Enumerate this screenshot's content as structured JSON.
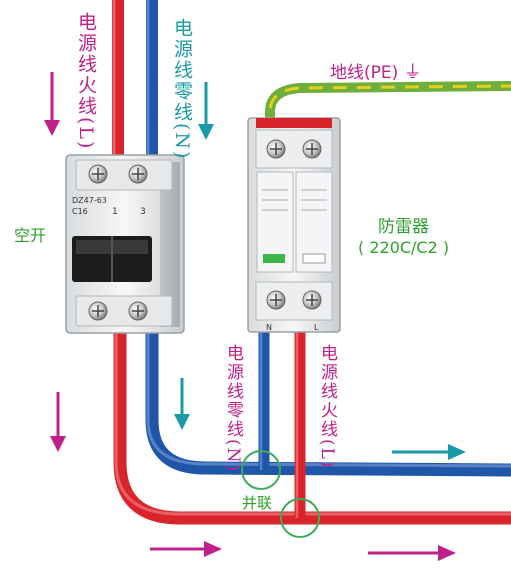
{
  "labels": {
    "top_live": "电源线火线(L)",
    "top_neutral": "电源线零线(N)",
    "ground": "地线(PE)",
    "ground_symbol": "⏚",
    "breaker": "空开",
    "spd_name": "防雷器",
    "spd_model": "( 220C/C2 )",
    "mid_neutral": "电源线零线(N)",
    "mid_live": "电源线火线(L)",
    "parallel": "并联"
  },
  "breaker_face": {
    "model": "DZ47-63",
    "rating": "C16",
    "pole_left": "1",
    "pole_right": "3"
  },
  "spd_face": {
    "term_left": "N",
    "term_right": "L"
  },
  "colors": {
    "live": "#d8242a",
    "neutral": "#1f56a8",
    "ground_green": "#7cc04a",
    "ground_yellow": "#e8d21e",
    "arrow_magenta": "#c0208a",
    "arrow_teal": "#1a9aa8",
    "circle": "#3faa55"
  },
  "icons": [
    "down-arrow-icon",
    "right-arrow-icon",
    "ground-symbol-icon",
    "screw-terminal-icon"
  ]
}
